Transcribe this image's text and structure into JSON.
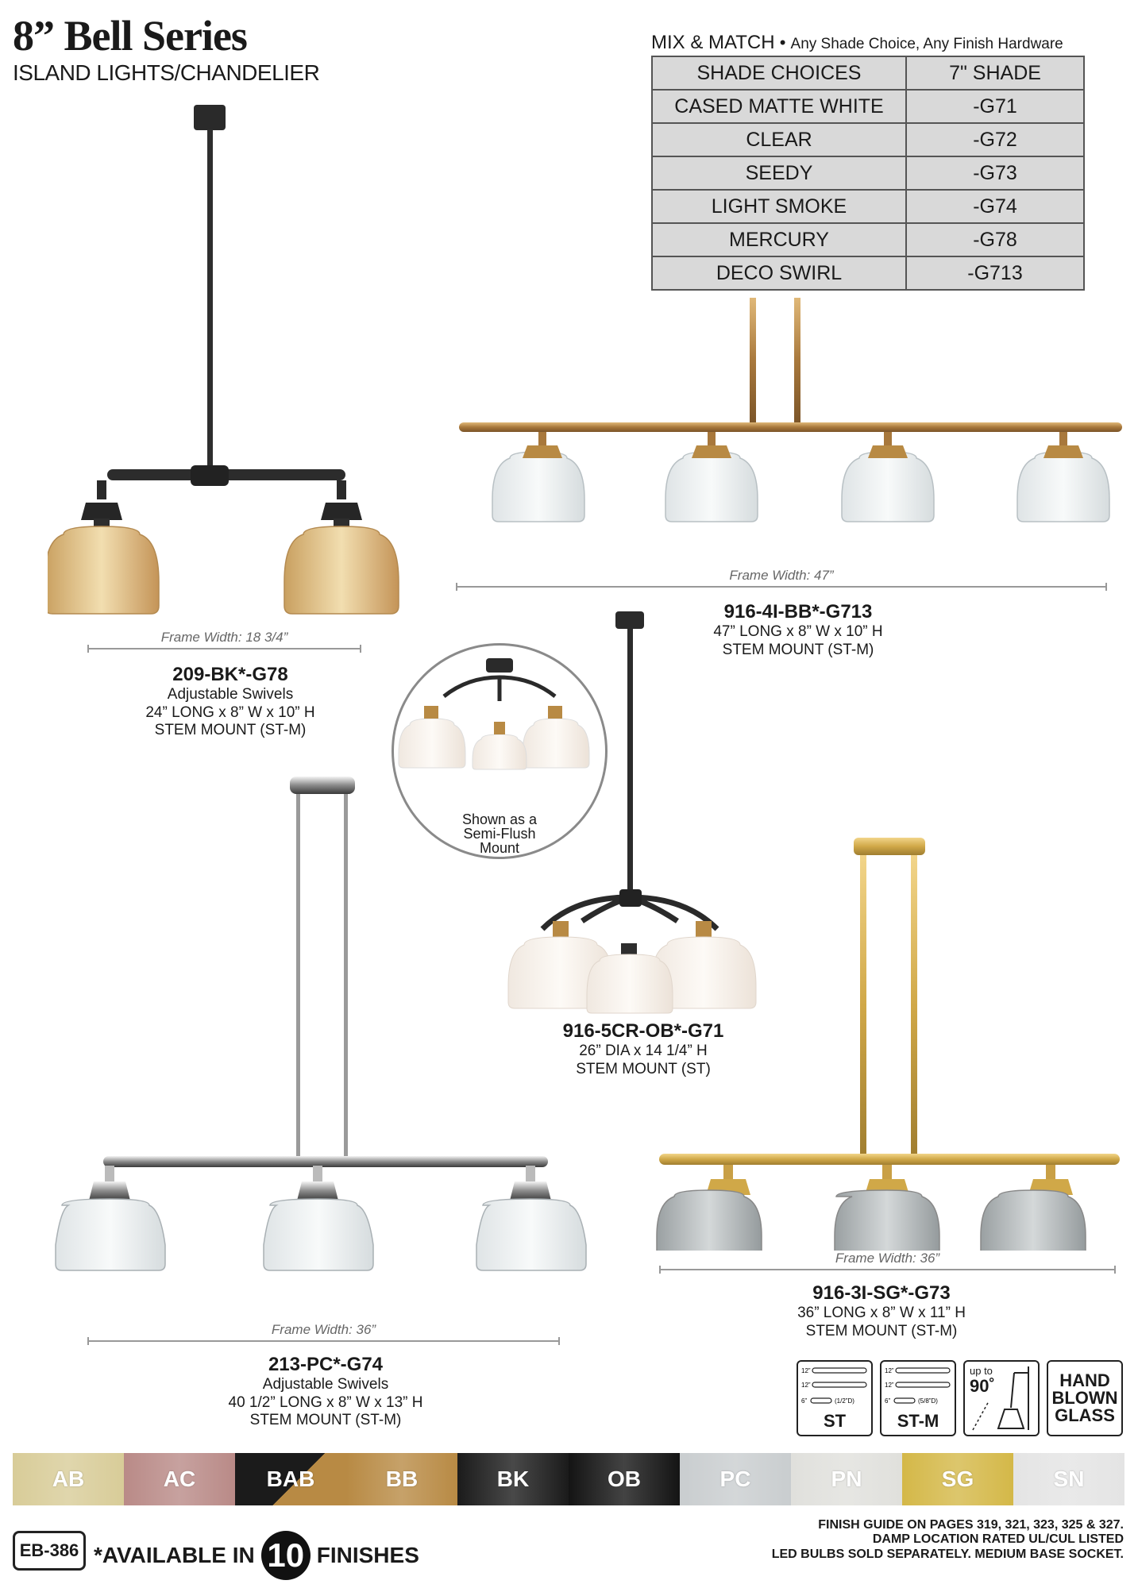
{
  "header": {
    "title": "8” Bell Series",
    "subtitle": "ISLAND LIGHTS/CHANDELIER"
  },
  "mix_match": {
    "label": "MIX & MATCH",
    "bullet": "•",
    "text": "Any Shade Choice, Any Finish Hardware",
    "headers": [
      "SHADE CHOICES",
      "7\" SHADE"
    ],
    "rows": [
      [
        "CASED MATTE WHITE",
        "-G71"
      ],
      [
        "CLEAR",
        "-G72"
      ],
      [
        "SEEDY",
        "-G73"
      ],
      [
        "LIGHT SMOKE",
        "-G74"
      ],
      [
        "MERCURY",
        "-G78"
      ],
      [
        "DECO SWIRL",
        "-G713"
      ]
    ]
  },
  "products": {
    "p209": {
      "frame": "Frame Width: 18 3/4”",
      "code": "209-BK*-G78",
      "line1": "Adjustable Swivels",
      "line2": "24” LONG x 8” W x 10” H",
      "line3": "STEM MOUNT (ST-M)"
    },
    "p9164": {
      "frame": "Frame Width: 47”",
      "code": "916-4I-BB*-G713",
      "line1": "47” LONG x 8” W x 10” H",
      "line2": "STEM MOUNT (ST-M)"
    },
    "p9165": {
      "inset": [
        "Shown as a",
        "Semi-Flush",
        "Mount"
      ],
      "code": "916-5CR-OB*-G71",
      "line1": "26” DIA x 14 1/4” H",
      "line2": "STEM MOUNT (ST)"
    },
    "p9163": {
      "frame": "Frame Width: 36”",
      "code": "916-3I-SG*-G73",
      "line1": "36” LONG x 8” W x 11” H",
      "line2": "STEM MOUNT (ST-M)"
    },
    "p213": {
      "frame": "Frame Width: 36”",
      "code": "213-PC*-G74",
      "line1": "Adjustable Swivels",
      "line2": "40 1/2” LONG x 8” W x 13” H",
      "line3": "STEM MOUNT (ST-M)"
    }
  },
  "badges": {
    "st": {
      "l12a": "12”",
      "l12b": "12”",
      "l6": "6”",
      "dia": "(1/2”D)",
      "label": "ST"
    },
    "stm": {
      "l12a": "12”",
      "l12b": "12”",
      "l6": "6”",
      "dia": "(5/8”D)",
      "label": "ST-M"
    },
    "swivel": {
      "upto": "up to",
      "deg": "90˚"
    },
    "glass": [
      "HAND",
      "BLOWN",
      "GLASS"
    ]
  },
  "finishes": [
    {
      "code": "AB",
      "color": "#d8cc98"
    },
    {
      "code": "AC",
      "color": "#b98a87"
    },
    {
      "code": "BAB",
      "color": "#222222"
    },
    {
      "code": "BB",
      "color": "#b88a44"
    },
    {
      "code": "BK",
      "color": "#1b1b1b"
    },
    {
      "code": "OB",
      "color": "#141414"
    },
    {
      "code": "PC",
      "color": "#c9cdcf"
    },
    {
      "code": "PN",
      "color": "#e0e0dc"
    },
    {
      "code": "SG",
      "color": "#d4b848"
    },
    {
      "code": "SN",
      "color": "#e4e4e4"
    }
  ],
  "footer": {
    "page": "EB-386",
    "avail_pre": "*AVAILABLE IN",
    "avail_num": "10",
    "avail_post": "FINISHES",
    "note1": "FINISH GUIDE ON PAGES 319, 321, 323, 325 & 327.",
    "note2": "DAMP LOCATION RATED UL/CUL LISTED",
    "note3": "LED BULBS SOLD SEPARATELY. MEDIUM BASE SOCKET."
  }
}
